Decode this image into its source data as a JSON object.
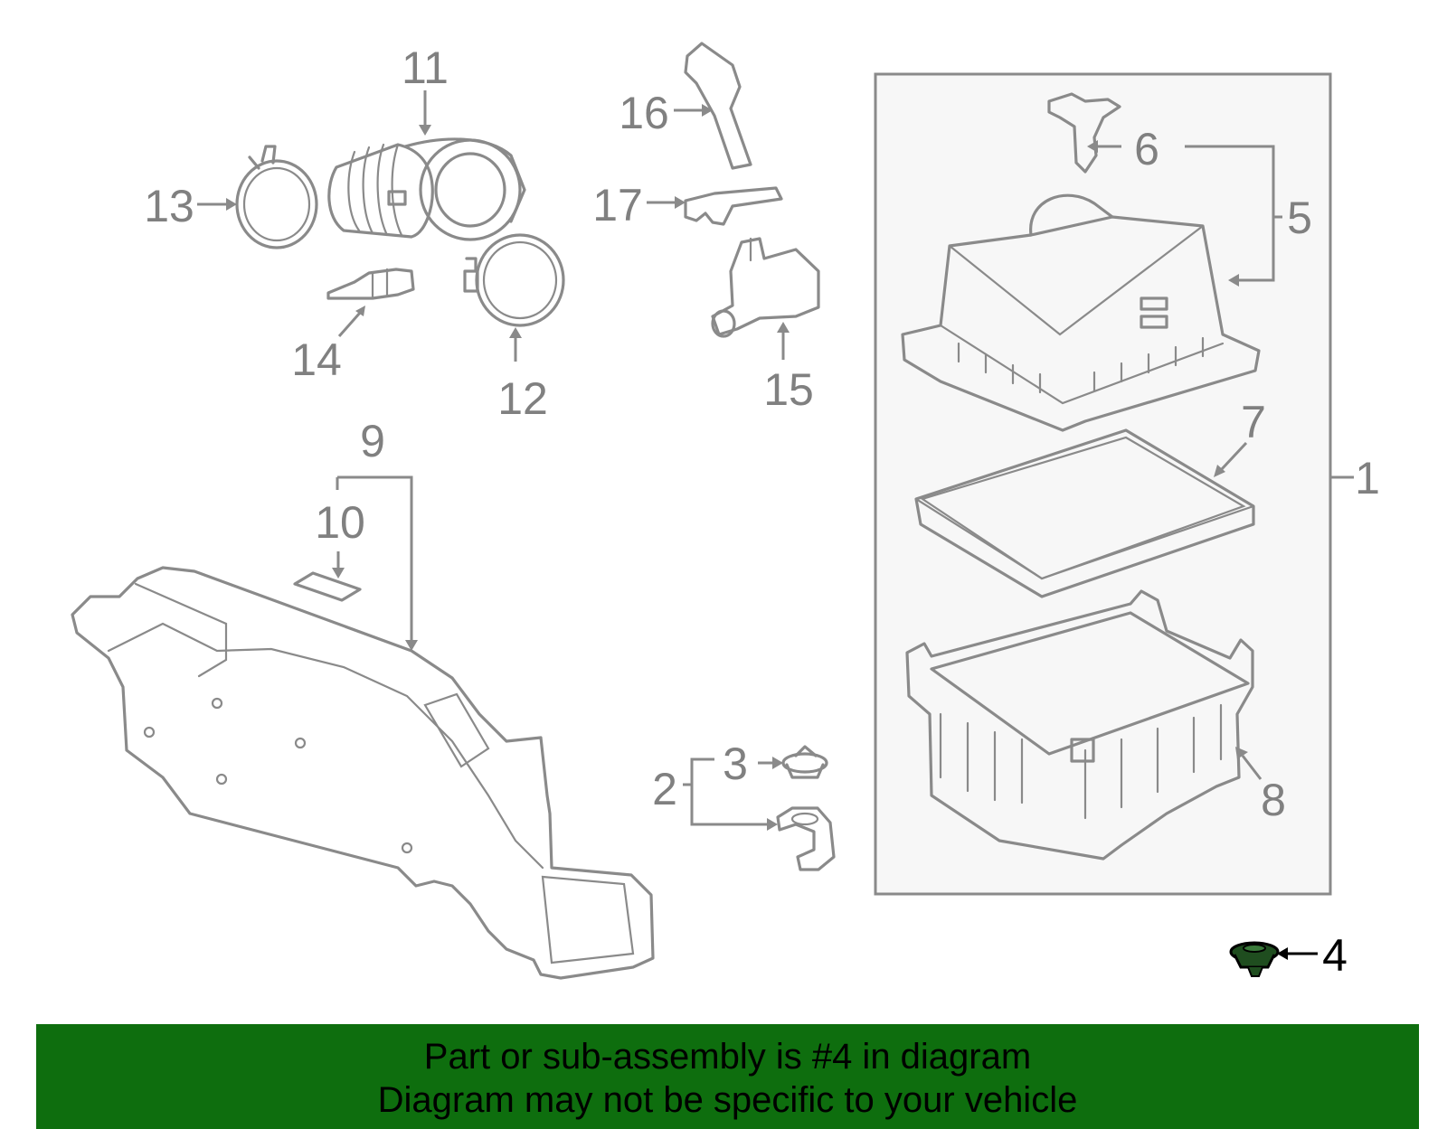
{
  "diagram": {
    "callouts": [
      "1",
      "2",
      "3",
      "4",
      "5",
      "6",
      "7",
      "8",
      "9",
      "10",
      "11",
      "12",
      "13",
      "14",
      "15",
      "16",
      "17"
    ],
    "highlighted": "4",
    "colors": {
      "line": "#8a8a8a",
      "label": "#808080",
      "highlight_part": "#1f4d1f",
      "box_fill": "#f7f7f7"
    }
  },
  "banner": {
    "line1": "Part or sub-assembly is #4 in diagram",
    "line2": "Diagram may not be specific to your vehicle",
    "background": "#0e6e0e"
  }
}
